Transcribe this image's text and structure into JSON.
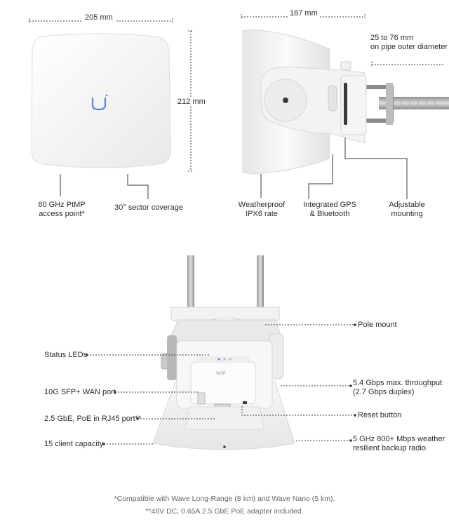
{
  "dimensions": {
    "width": "205 mm",
    "height": "212 mm",
    "depth": "187 mm",
    "pipe_range": "25 to 76 mm",
    "pipe_note": "on pipe outer diameter"
  },
  "top_callouts": {
    "access_point": [
      "60 GHz PtMP",
      "access point*"
    ],
    "sector": "30° sector coverage",
    "weatherproof": [
      "Weatherproof",
      "IPX6 rate"
    ],
    "gps": [
      "Integrated GPS",
      "& Bluetooth"
    ],
    "mounting": [
      "Adjustable",
      "mounting"
    ]
  },
  "bottom_callouts": {
    "pole_mount": "Pole mount",
    "status_leds": "Status LEDs",
    "sfp_port": "10G SFP+ WAN port",
    "throughput": [
      "5.4 Gbps max. throughput",
      "(2.7 Gbps duplex)"
    ],
    "rj45_port": "2.5 GbE, PoE in RJ45 port**",
    "reset": "Reset button",
    "client_capacity": "15 client capacity",
    "backup_radio": [
      "5 GHz 800+ Mbps weather",
      "resilient backup radio"
    ]
  },
  "device_label": "WSP",
  "footnotes": [
    "*Compatible with Wave Long-Range (8 km) and Wave Nano (5 km).",
    "**48V DC, 0.65A 2.5 GbE PoE adapter included."
  ]
}
